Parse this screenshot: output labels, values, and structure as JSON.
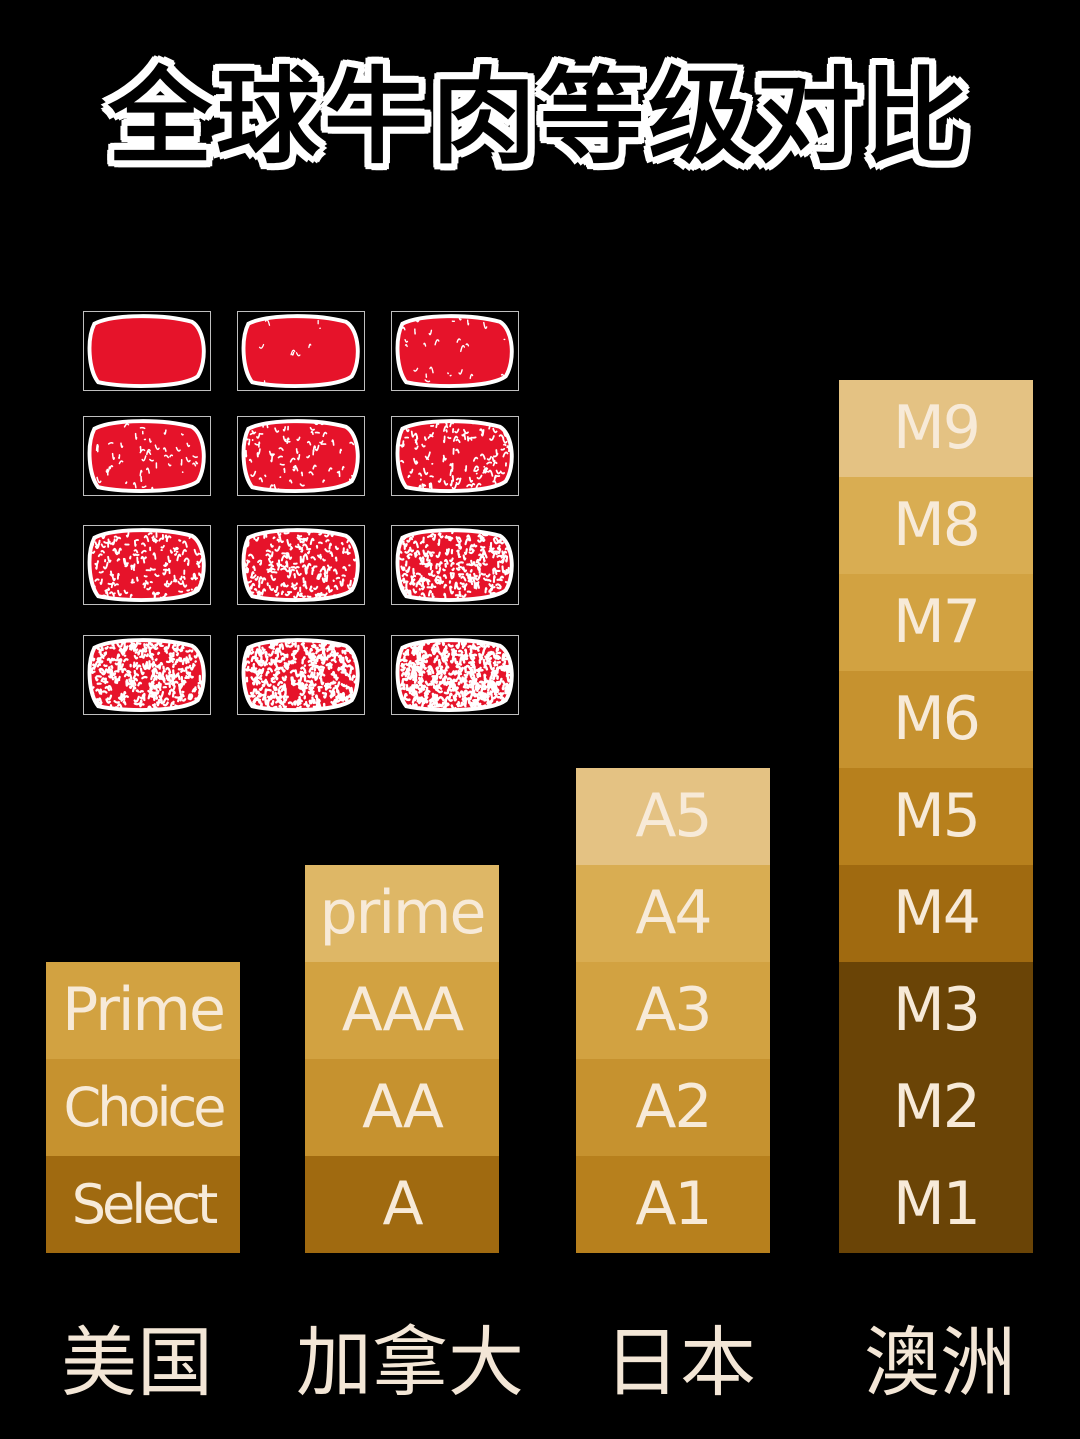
{
  "title": "全球牛肉等级对比",
  "columns": [
    {
      "country": "美国",
      "grades": [
        "Select",
        "Choice",
        "Prime"
      ]
    },
    {
      "country": "加拿大",
      "grades": [
        "A",
        "AA",
        "AAA",
        "prime"
      ]
    },
    {
      "country": "日本",
      "grades": [
        "A1",
        "A2",
        "A3",
        "A4",
        "A5"
      ]
    },
    {
      "country": "澳洲",
      "grades": [
        "M1",
        "M2",
        "M3",
        "M4",
        "M5",
        "M6",
        "M7",
        "M8",
        "M9"
      ]
    }
  ],
  "colors": {
    "background": "#000000",
    "text": "#f7ead8",
    "steak_meat": "#e6132a",
    "steak_fat": "#ffffff",
    "grade_shades": [
      "#6a4406",
      "#82550c",
      "#a06a10",
      "#b7801d",
      "#c6922f",
      "#d2a241",
      "#d9ad52",
      "#deb766",
      "#e4c283"
    ]
  },
  "marbling_samples": {
    "rows": 4,
    "cols": 3
  }
}
